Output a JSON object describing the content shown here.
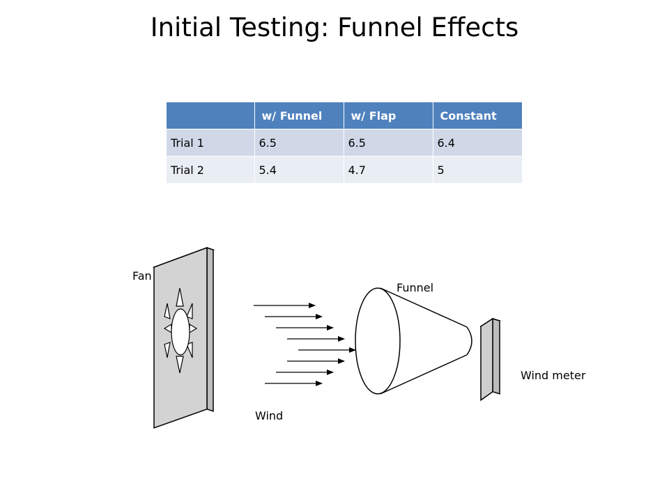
{
  "title": "Initial Testing: Funnel Effects",
  "table": {
    "headers": [
      "",
      "w/ Funnel",
      "w/ Flap",
      "Constant"
    ],
    "rows": [
      [
        "Trial 1",
        "6.5",
        "6.5",
        "6.4"
      ],
      [
        "Trial 2",
        "5.4",
        "4.7",
        "5"
      ]
    ],
    "header_color": "#4f81bd",
    "row_colors": [
      "#d0d8e8",
      "#e9edf4"
    ]
  },
  "diagram": {
    "fan_label": "Fan",
    "funnel_label": "Funnel",
    "wind_label": "Wind",
    "meter_label": "Wind meter"
  }
}
